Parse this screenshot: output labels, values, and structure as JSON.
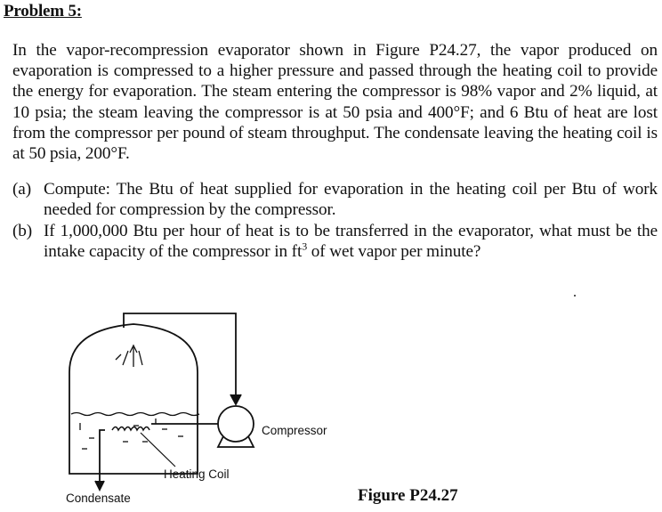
{
  "problem": {
    "heading": "Problem 5:",
    "statement": "In the vapor-recompression evaporator shown in Figure P24.27, the vapor produced on evaporation is compressed to a higher pressure and passed through the heating coil to provide the energy for evaporation. The steam entering the compressor is 98% vapor and 2% liquid, at 10 psia; the steam leaving the compressor is at 50 psia and 400°F; and 6 Btu of heat are lost from the compressor per pound of steam throughput. The condensate leaving the heating coil is at 50 psia, 200°F.",
    "parts": [
      {
        "marker": "(a)",
        "text": "Compute: The Btu of heat supplied for evaporation in the heating coil per Btu of work needed for compression by the compressor."
      },
      {
        "marker": "(b)",
        "text_before_sup": "If 1,000,000 Btu per hour of heat is to be transferred in the evaporator, what must be the intake capacity of the compressor in ft",
        "sup": "3",
        "text_after_sup": " of wet vapor per minute?"
      }
    ]
  },
  "figure": {
    "labels": {
      "compressor": "Compressor",
      "heating_coil": "Heating Coil",
      "condensate": "Condensate"
    },
    "caption": "Figure P24.27"
  }
}
